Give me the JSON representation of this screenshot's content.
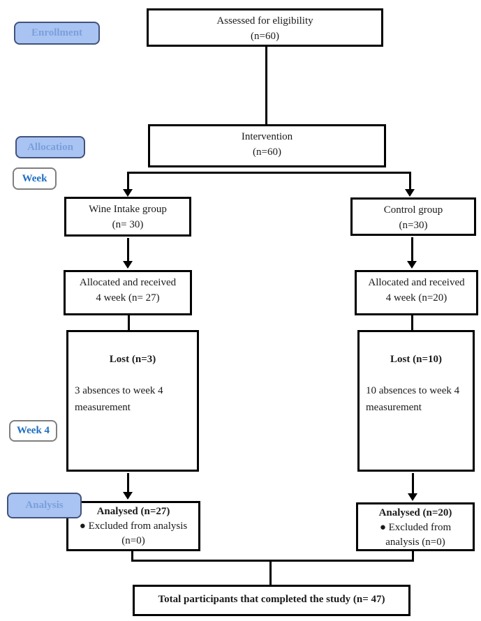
{
  "stage_labels": {
    "enrollment": {
      "label": "Enrollment"
    },
    "allocation": {
      "label": "Allocation"
    },
    "week": {
      "label": "Week"
    },
    "week4": {
      "label": "Week 4"
    },
    "analysis": {
      "label": "Analysis"
    }
  },
  "boxes": {
    "assessed": {
      "lines": [
        "Assessed for eligibility",
        "(n=60)"
      ]
    },
    "intervention": {
      "lines": [
        "Intervention",
        "(n=60)"
      ]
    },
    "wine_group": {
      "lines": [
        "Wine Intake group",
        "(n= 30)"
      ]
    },
    "control_group": {
      "lines": [
        "Control group",
        "(n=30)"
      ]
    },
    "allocated_wine": {
      "lines": [
        "Allocated and received",
        "4 week (n= 27)"
      ]
    },
    "allocated_control": {
      "lines": [
        "Allocated and received",
        "4 week (n=20)"
      ]
    },
    "lost_wine": {
      "title": "Lost (n=3)",
      "body": "3 absences to week 4 measurement"
    },
    "lost_control": {
      "title": "Lost (n=10)",
      "body": "10 absences to week 4 measurement"
    },
    "analysed_wine": {
      "lines": [
        "Analysed (n=27)",
        "● Excluded from analysis",
        "(n=0)"
      ]
    },
    "analysed_control": {
      "lines": [
        "Analysed (n=20)",
        "● Excluded from",
        "analysis (n=0)"
      ]
    },
    "total": {
      "lines": [
        "Total participants that completed the study (n= 47)"
      ]
    }
  },
  "counts": {
    "assessed": 60,
    "intervention": 60,
    "wine_group": 30,
    "control_group": 30,
    "allocated_wine": 27,
    "allocated_control": 20,
    "lost_wine": 3,
    "lost_control": 10,
    "analysed_wine": 27,
    "analysed_control": 20,
    "excluded_wine": 0,
    "excluded_control": 0,
    "completed_total": 47
  },
  "colors": {
    "box_border": "#000000",
    "text": "#1a1a1a",
    "label_fill": "#a9c4f2",
    "label_border": "#42527a",
    "label_text": "#7a9fdc",
    "milestone_text": "#1e6fc0",
    "milestone_border": "#7f7f7f"
  }
}
